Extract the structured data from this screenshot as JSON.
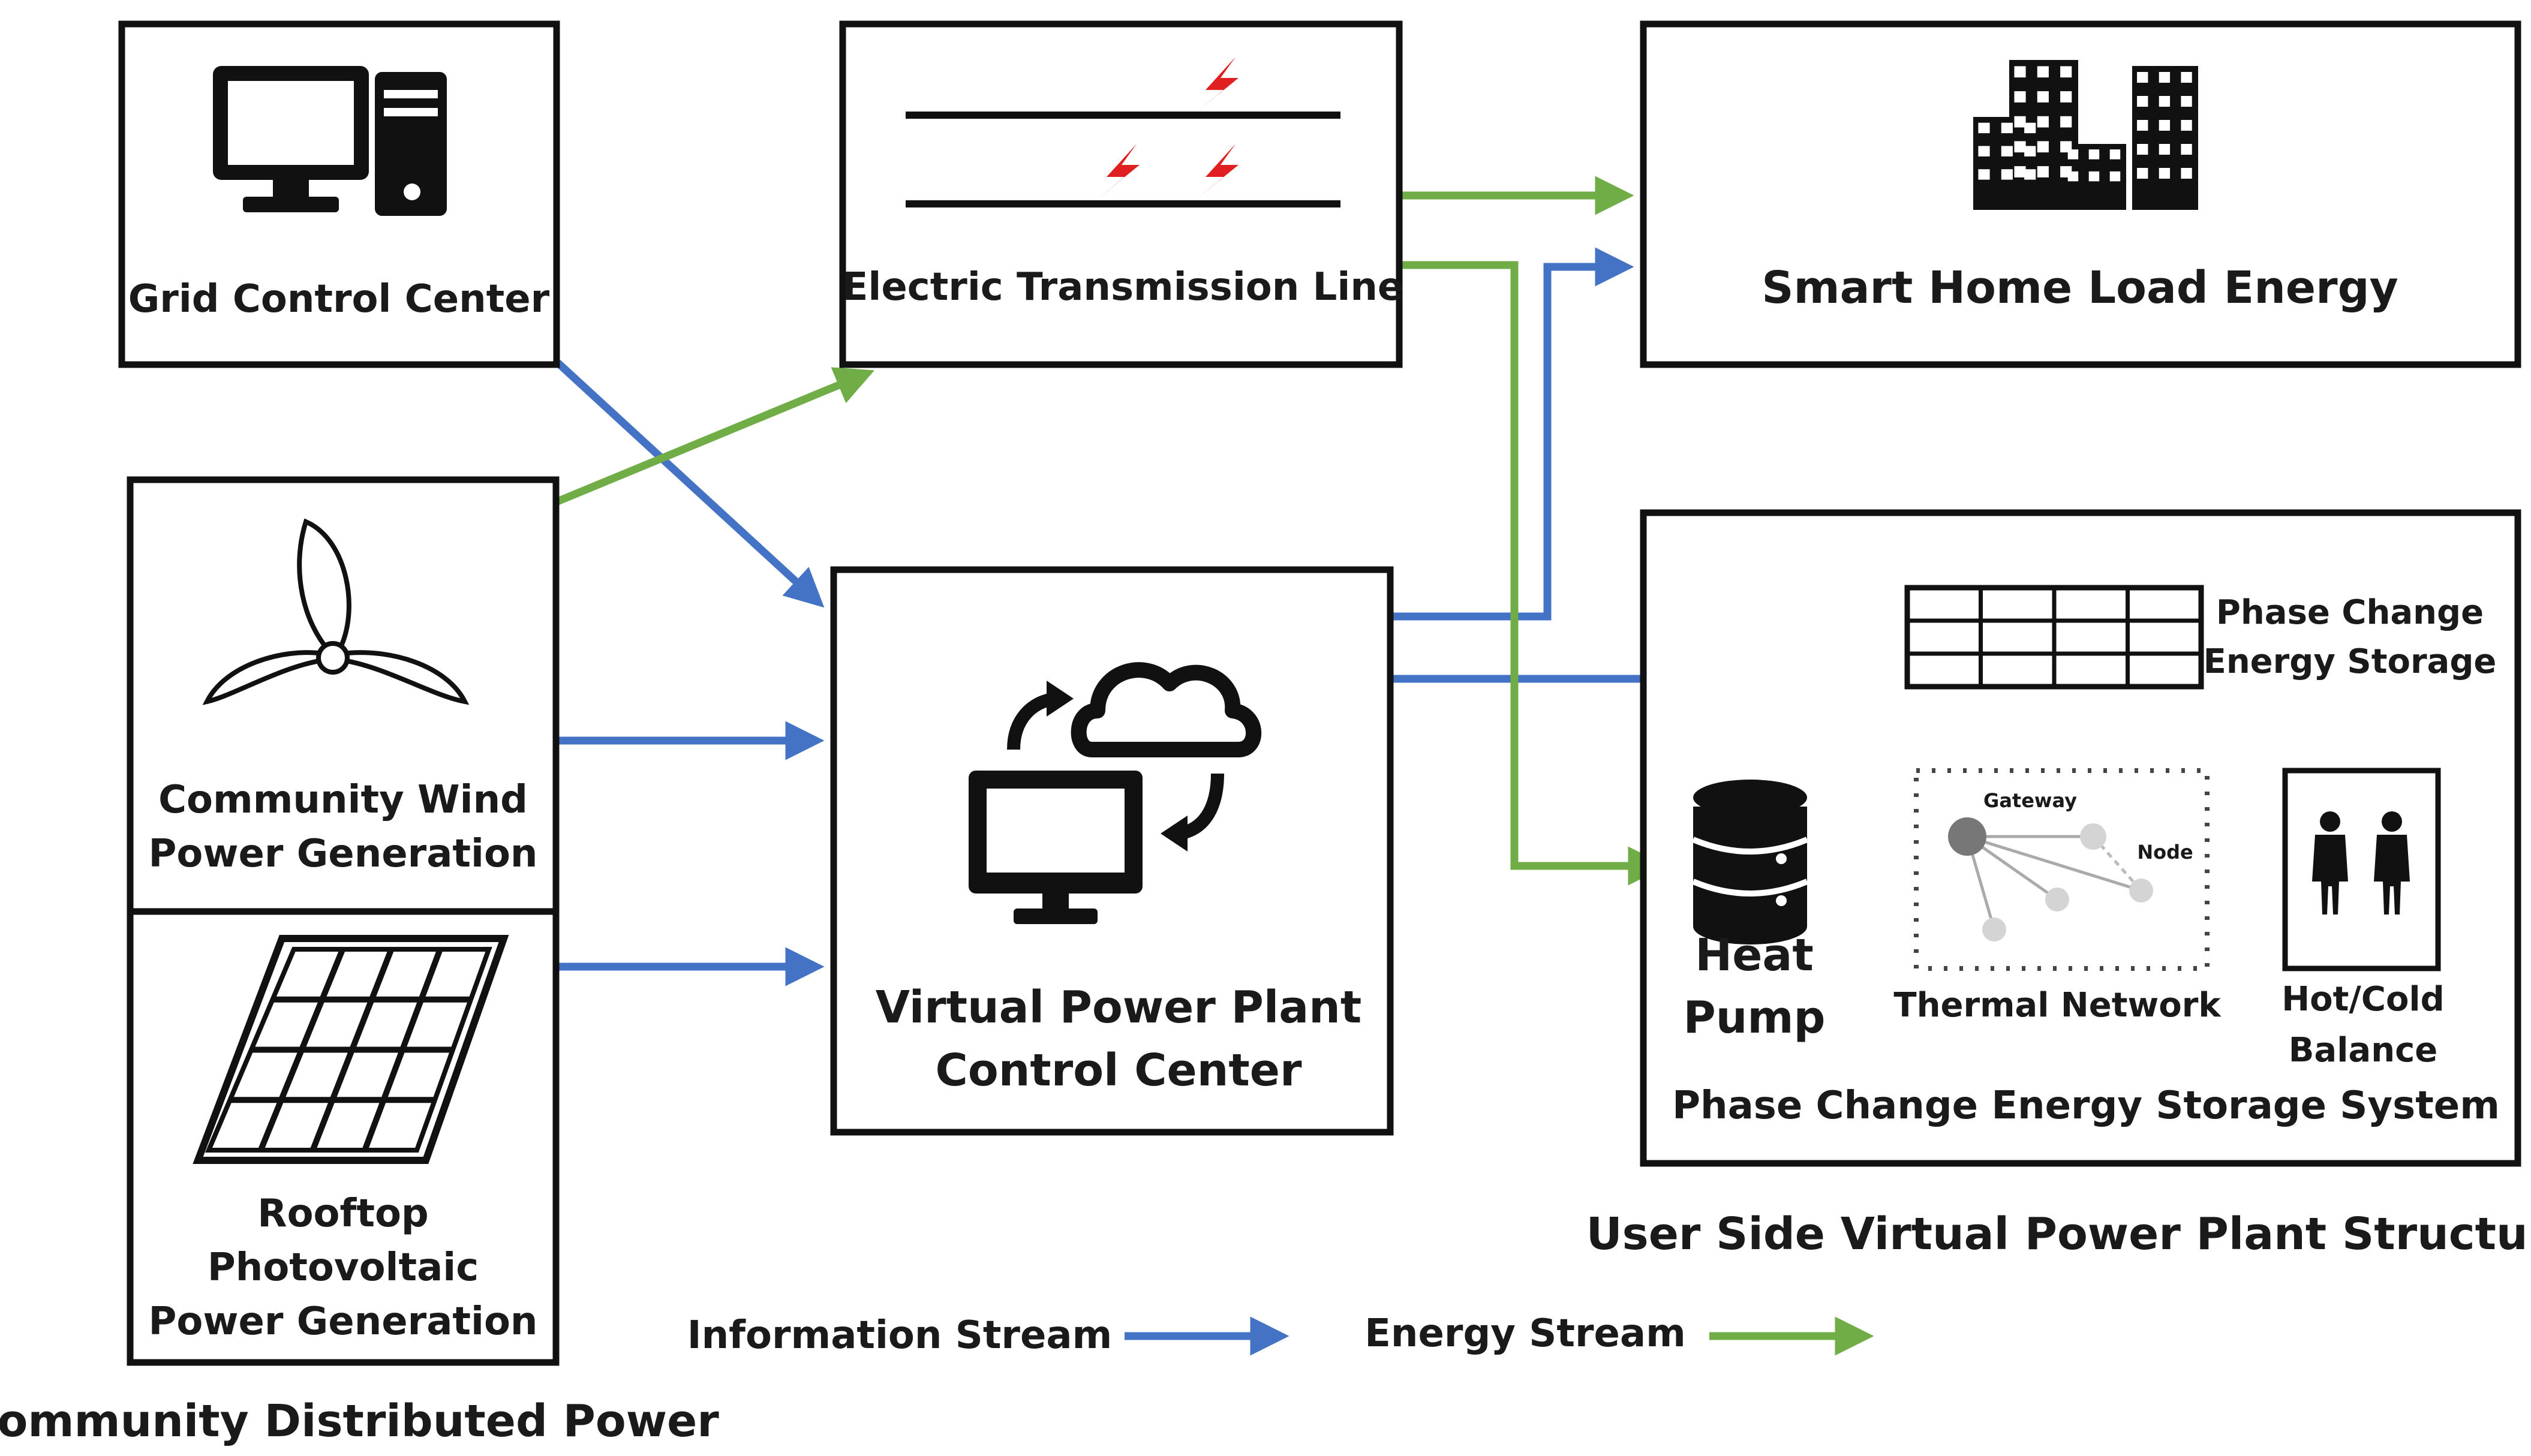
{
  "nodes": {
    "grid_control_center": "Grid Control Center",
    "electric_transmission_line": "Electric Transmission Line",
    "smart_home_load_energy": "Smart Home Load Energy",
    "community_wind": [
      "Community Wind",
      "Power Generation"
    ],
    "rooftop_pv": [
      "Rooftop",
      "Photovoltaic",
      "Power Generation"
    ],
    "vpp_control_center": [
      "Virtual Power Plant",
      "Control Center"
    ],
    "phase_change_energy_storage": [
      "Phase Change",
      "Energy Storage"
    ],
    "heat_pump": [
      "Heat",
      "Pump"
    ],
    "thermal_network": "Thermal Network",
    "gateway": "Gateway",
    "node": "Node",
    "hot_cold_balance": [
      "Hot/Cold",
      "Balance"
    ]
  },
  "groups": {
    "pcess": "Phase Change Energy Storage System",
    "user_side": "User Side Virtual Power Plant Structure",
    "community_distributed": "Community Distributed Power"
  },
  "legend": {
    "information_stream": "Information Stream",
    "energy_stream": "Energy Stream"
  },
  "colors": {
    "information": "#4472c4",
    "energy": "#70ad47",
    "lightning": "#e02020"
  },
  "icons": [
    "computer-icon",
    "lightning-icon",
    "buildings-icon",
    "wind-turbine-icon",
    "solar-panel-icon",
    "cloud-sync-icon",
    "database-icon",
    "network-icon",
    "people-icon"
  ]
}
